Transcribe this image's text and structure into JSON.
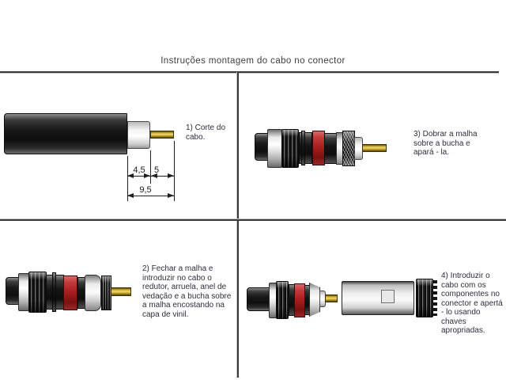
{
  "title": "Instruções montagem do cabo no conector",
  "steps": [
    {
      "id": "1",
      "text": "1) Corte do cabo."
    },
    {
      "id": "2",
      "text": "2) Fechar a malha e introduzir no cabo o redutor, arruela, anel de vedação e a bucha sobre a malha encostando na capa de vinil."
    },
    {
      "id": "3",
      "text": "3) Dobrar a malha sobre a bucha e apará - la."
    },
    {
      "id": "4",
      "text": "4) Introduzir o cabo com os componentes no conector e apertá - lo usando chaves apropriadas."
    }
  ],
  "dimensions": {
    "dielectric_length": "4,5",
    "pin_length": "5",
    "total_strip_length": "9,5"
  },
  "colors": {
    "seal_ring_red": "#a81f1f",
    "center_pin_gold": "#d9b93f",
    "cable_jacket_black": "#151515",
    "divider_gray": "#3a3a3a"
  }
}
